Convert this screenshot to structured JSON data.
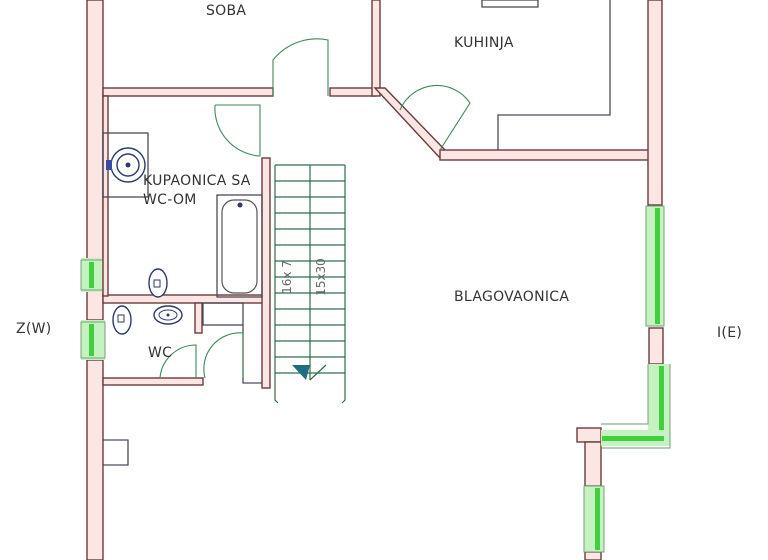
{
  "plan": {
    "type": "floor-plan",
    "rooms": [
      {
        "id": "soba",
        "label": "SOBA"
      },
      {
        "id": "kuhinja",
        "label": "KUHINJA"
      },
      {
        "id": "kupaonica",
        "label_line1": "KUPAONICA SA",
        "label_line2": "WC-OM"
      },
      {
        "id": "wc",
        "label": "WC"
      },
      {
        "id": "blagovaonica",
        "label": "BLAGOVAONICA"
      }
    ],
    "orientation": {
      "west": "Z(W)",
      "east": "I(E)"
    },
    "stairs": {
      "steps_label": "16x 7",
      "tread_label": "15x30"
    },
    "colors": {
      "wall_fill": "#fbe6e4",
      "wall_stroke": "#6b3b3b",
      "window": "#3fcf3f",
      "door": "#3e8a5a",
      "fixture": "#2a3a6a",
      "stair_arrow": "#1f6f80"
    }
  }
}
